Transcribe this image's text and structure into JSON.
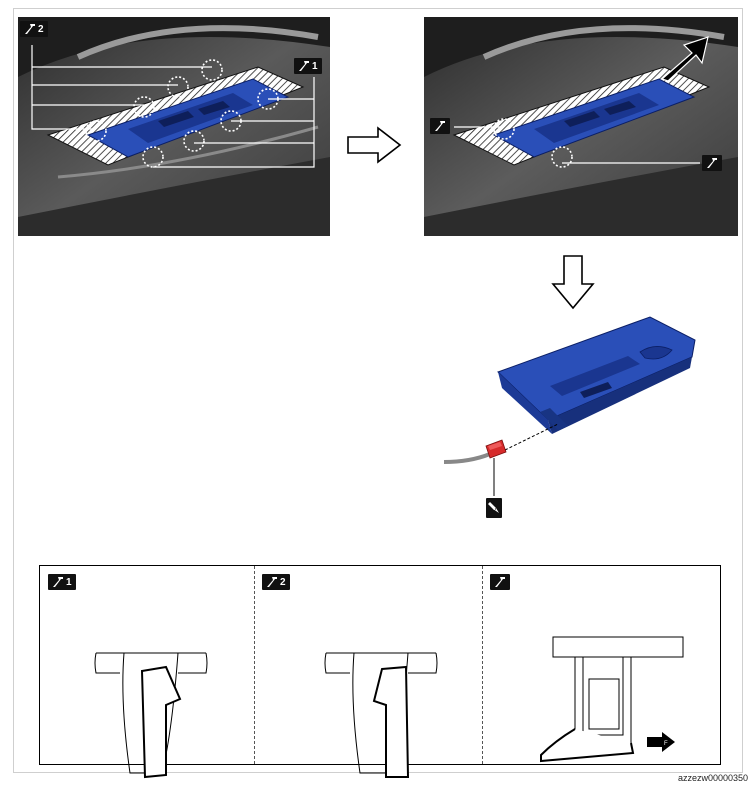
{
  "badges": {
    "clip2_number": "2",
    "clip1_number": "1",
    "detail1_number": "1",
    "detail2_number": "2"
  },
  "caption": "azzezw00000350",
  "colors": {
    "switch_blue": "#2a4fb8",
    "connector_red": "#d62b2b",
    "panel_dark": "#3a3a3a",
    "badge_black": "#111111"
  },
  "icons": {
    "claw_tool": "pry-tool-icon",
    "disconnect": "disconnect-icon",
    "direction_arrow": "front-arrow-icon"
  }
}
